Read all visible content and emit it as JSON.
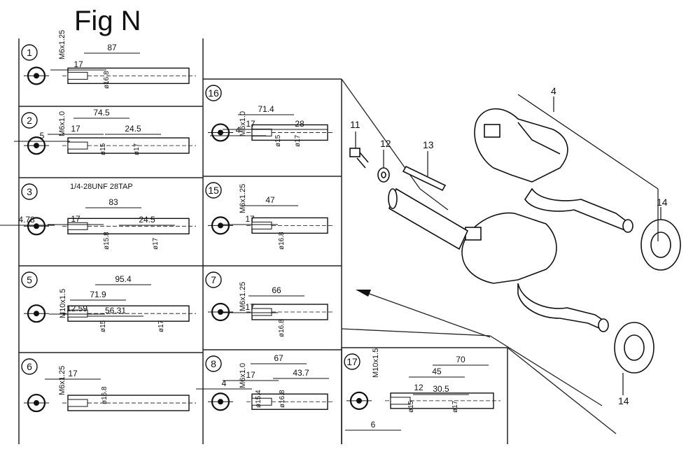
{
  "title": "Fig N",
  "variants": [
    {
      "num": "1",
      "dims": [
        "87",
        "17"
      ],
      "thread": "M6x1.25",
      "dias": [
        "ø16.8"
      ]
    },
    {
      "num": "2",
      "dims": [
        "74.5",
        "17",
        "24.5",
        "5"
      ],
      "thread": "M6x1.0",
      "dias": [
        "ø15",
        "ø17"
      ]
    },
    {
      "num": "3",
      "dims": [
        "83",
        "17",
        "24.5",
        "4.78"
      ],
      "thread": "1/4-28UNF 28TAP",
      "dias": [
        "ø15.8",
        "ø17"
      ]
    },
    {
      "num": "5",
      "dims": [
        "95.4",
        "71.9",
        "12.59",
        "56.31"
      ],
      "thread": "M10x1.5",
      "dias": [
        "ø15",
        "ø17"
      ]
    },
    {
      "num": "6",
      "dims": [
        "17"
      ],
      "thread": "M6x1.25",
      "dias": [
        "ø16.8"
      ]
    },
    {
      "num": "16",
      "dims": [
        "71.4",
        "17",
        "28",
        "4"
      ],
      "thread": "M6x1.0",
      "dias": [
        "ø15",
        "ø17"
      ]
    },
    {
      "num": "15",
      "dims": [
        "47",
        "17"
      ],
      "thread": "M6x1.25",
      "dias": [
        "ø16.8"
      ]
    },
    {
      "num": "7",
      "dims": [
        "66",
        "17"
      ],
      "thread": "M6x1.25",
      "dias": [
        "ø16.8"
      ]
    },
    {
      "num": "8",
      "dims": [
        "67",
        "17",
        "43.7",
        "4"
      ],
      "thread": "M6x1.0",
      "dias": [
        "ø15.4",
        "ø16.8"
      ]
    },
    {
      "num": "17",
      "dims": [
        "70",
        "45",
        "12",
        "30.5",
        "6"
      ],
      "thread": "M10x1.5",
      "dias": [
        "ø15",
        "ø17"
      ]
    }
  ],
  "callouts": [
    "4",
    "11",
    "12",
    "13",
    "14",
    "14"
  ]
}
